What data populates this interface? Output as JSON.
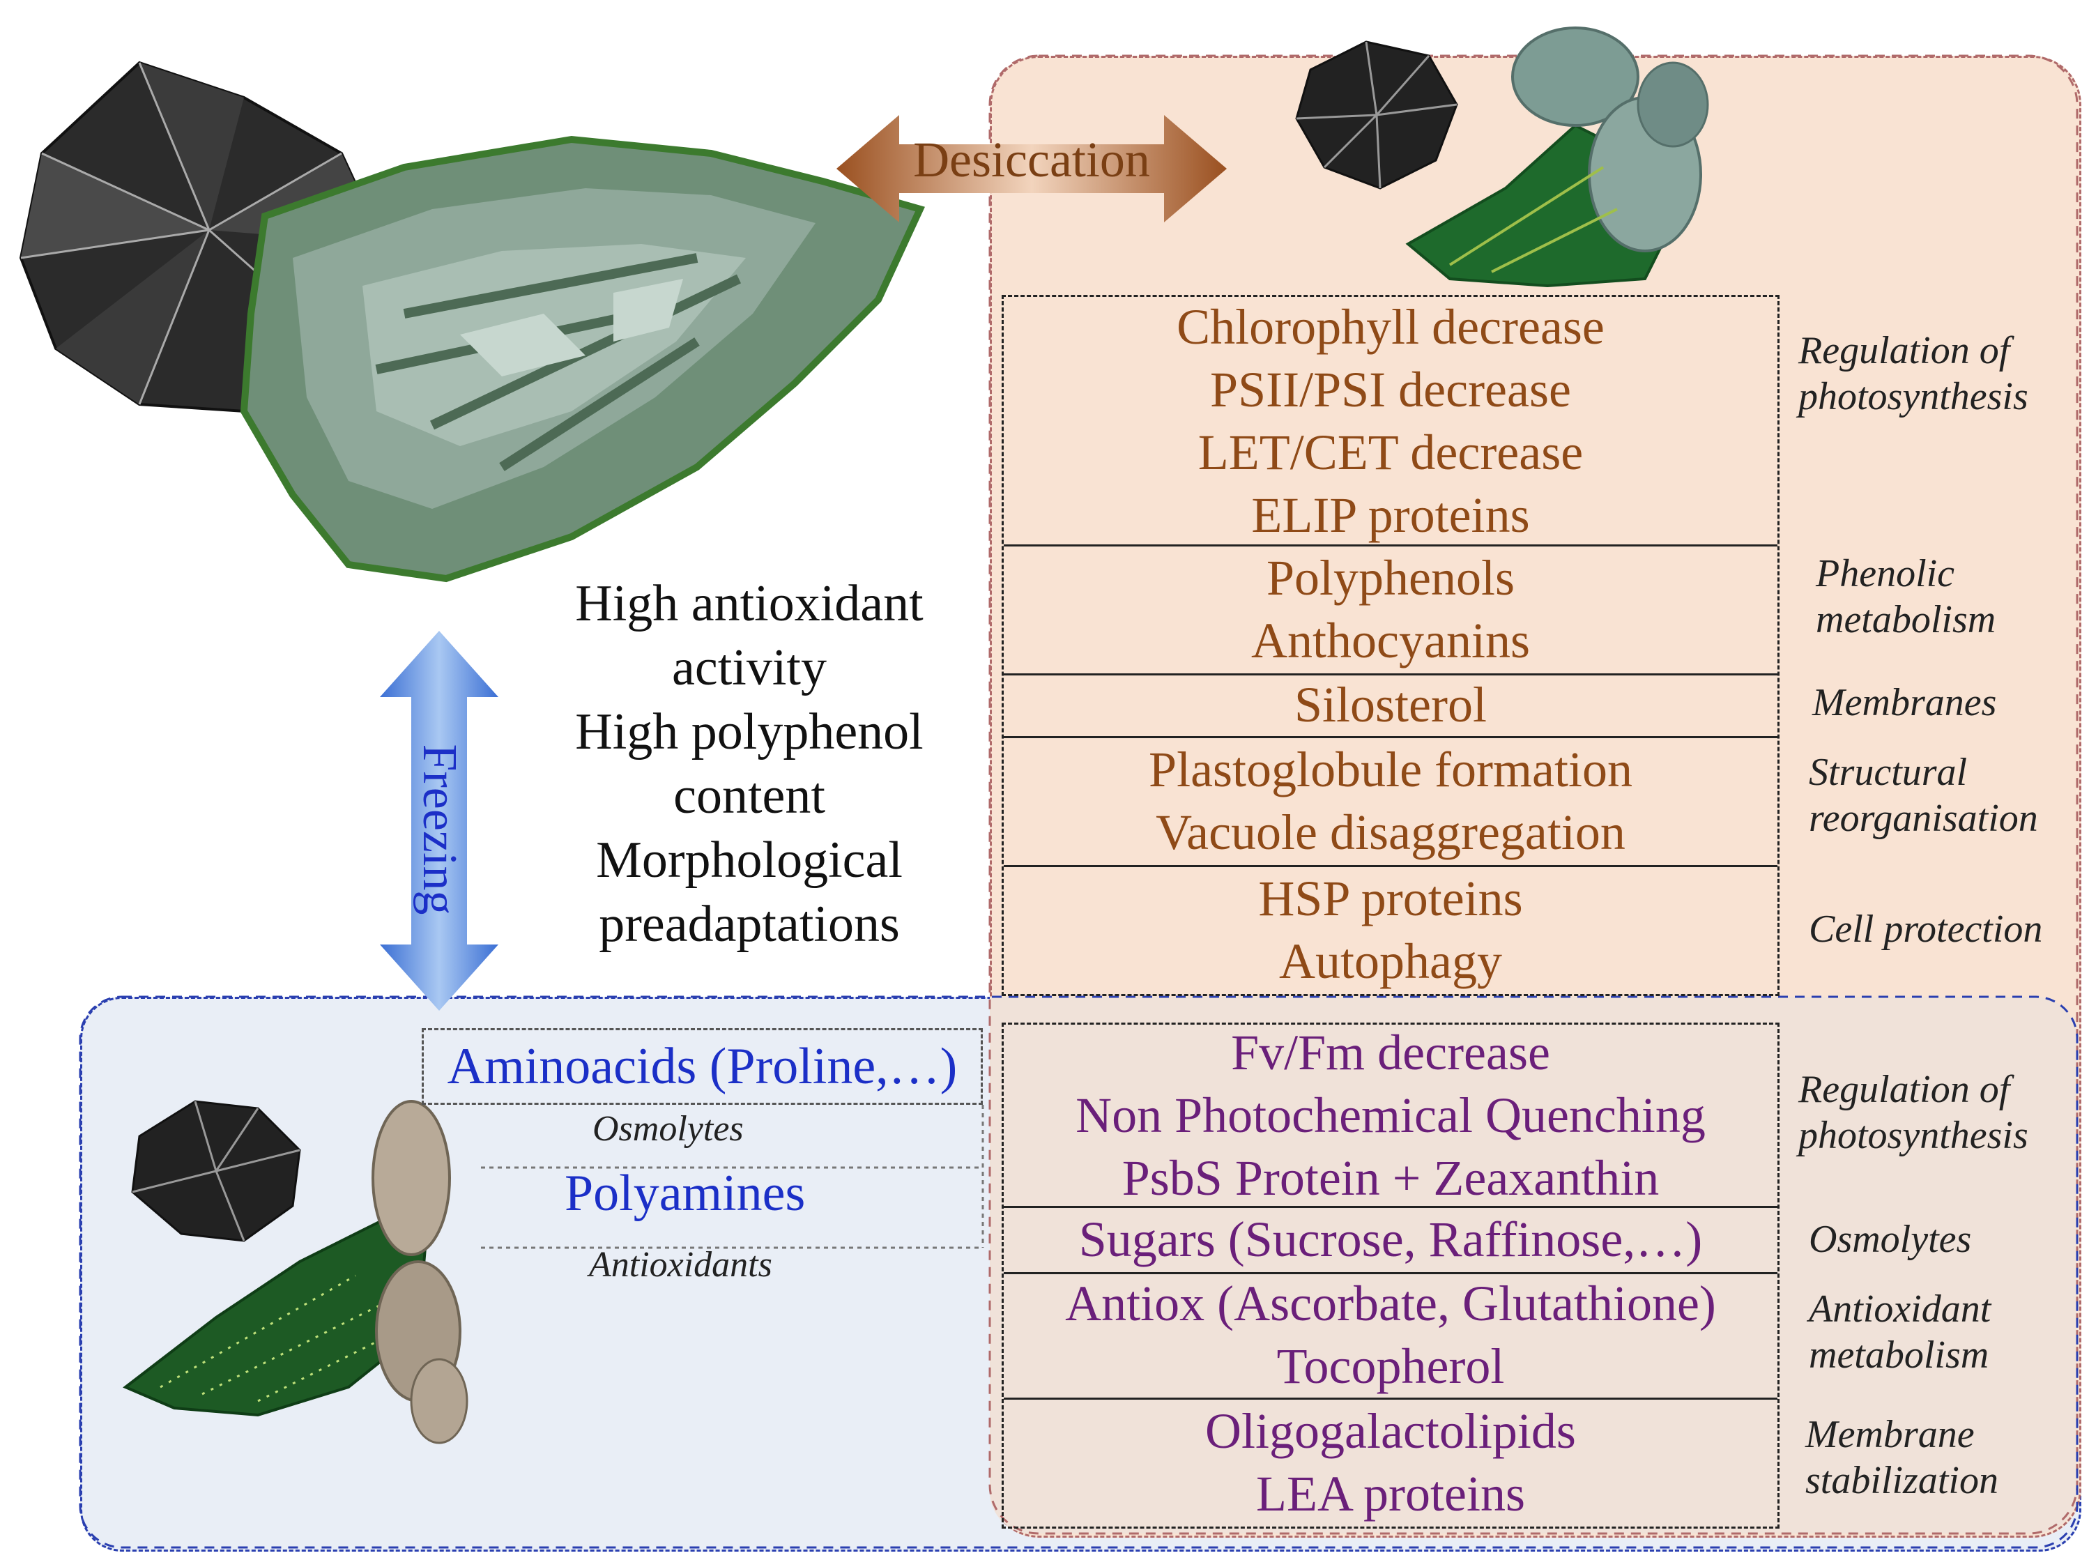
{
  "arrows": {
    "desiccation_label": "Desiccation",
    "freezing_label": "Freezing"
  },
  "center_text": [
    "High antioxidant",
    "activity",
    "High polyphenol",
    "content",
    "Morphological",
    "preadaptations"
  ],
  "desiccation_table": [
    {
      "items": [
        "Chlorophyll  decrease",
        "PSII/PSI decrease",
        "LET/CET decrease",
        "ELIP proteins"
      ],
      "category": [
        "Regulation of",
        "photosynthesis"
      ]
    },
    {
      "items": [
        "Polyphenols",
        "Anthocyanins"
      ],
      "category": [
        "Phenolic",
        "metabolism"
      ]
    },
    {
      "items": [
        "Silosterol"
      ],
      "category": [
        "Membranes"
      ]
    },
    {
      "items": [
        "Plastoglobule formation",
        "Vacuole  disaggregation"
      ],
      "category": [
        "Structural",
        "reorganisation"
      ]
    },
    {
      "items": [
        "HSP proteins",
        "Autophagy"
      ],
      "category": [
        "Cell protection"
      ]
    }
  ],
  "freezing_table": [
    {
      "items": [
        "Fv/Fm decrease",
        "Non Photochemical Quenching",
        "PsbS Protein + Zeaxanthin"
      ],
      "category": [
        "Regulation of",
        "photosynthesis"
      ]
    },
    {
      "items": [
        "Sugars  (Sucrose, Raffinose,…)"
      ],
      "category": [
        "Osmolytes"
      ]
    },
    {
      "items": [
        "Antiox (Ascorbate, Glutathione)",
        "Tocopherol"
      ],
      "category": [
        "Antioxidant",
        "metabolism"
      ]
    },
    {
      "items": [
        "Oligogalactolipids",
        "LEA proteins"
      ],
      "category": [
        "Membrane",
        "stabilization"
      ]
    }
  ],
  "freezing_left": {
    "aminoacids": "Aminoacids (Proline,…)",
    "osmolytes": "Osmolytes",
    "polyamines": "Polyamines",
    "antioxidants": "Antioxidants"
  },
  "colors": {
    "desiccation_text": "#8f4a17",
    "freezing_text": "#6a1f7a",
    "freezing_blue": "#1b2fc7",
    "desiccation_bg": "#f9e3d3",
    "freezing_bg": "#e9eef6"
  }
}
